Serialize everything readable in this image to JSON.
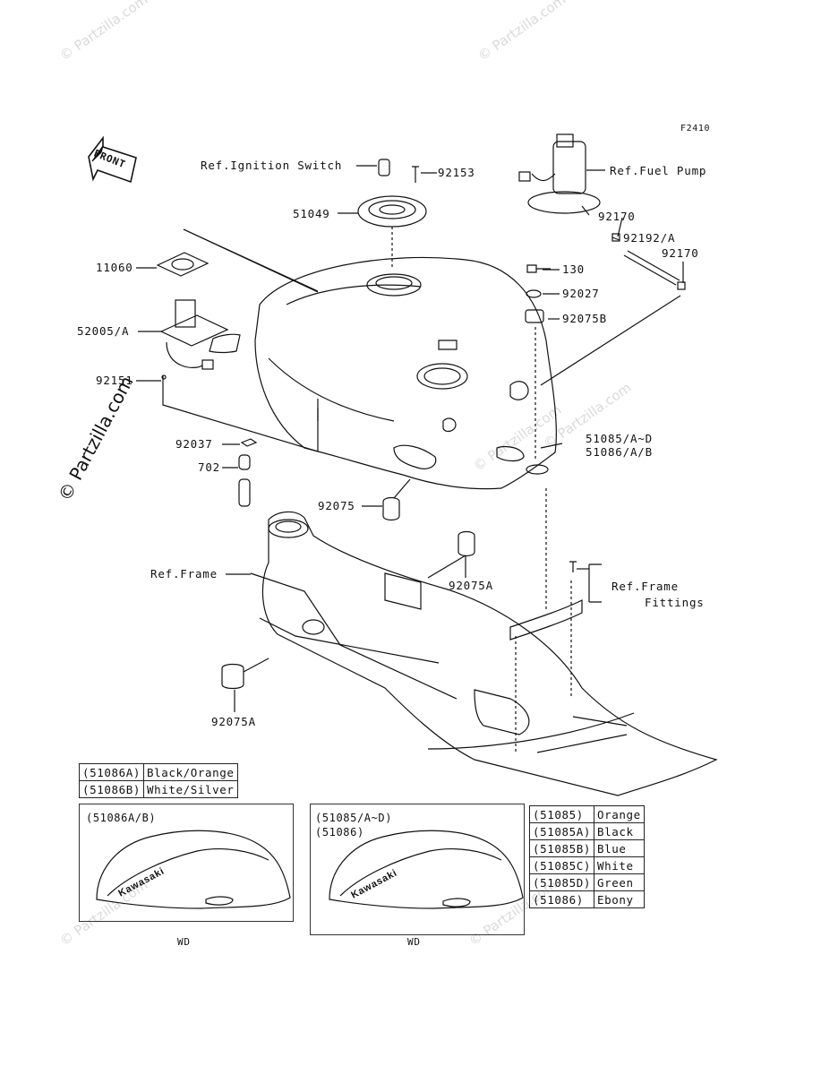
{
  "figure_id": "F2410",
  "front_label": "FRONT",
  "watermark_text": "© Partzilla.com",
  "colors": {
    "ink": "#111111",
    "watermark": "#dadada"
  },
  "labels": {
    "ign_ref": "Ref.Ignition Switch",
    "p92153": "92153",
    "fuel_pump_ref": "Ref.Fuel Pump",
    "p51049": "51049",
    "p92170a": "92170",
    "p92192": "92192/A",
    "p92170b": "92170",
    "p11060": "11060",
    "p130": "130",
    "p92027": "92027",
    "p52005": "52005/A",
    "p92075b": "92075B",
    "p92151": "92151",
    "p51085": "51085/A~D",
    "p51086": "51086/A/B",
    "p92037": "92037",
    "p702": "702",
    "p92075": "92075",
    "frame_ref": "Ref.Frame",
    "p92075a_1": "92075A",
    "frame_fit_1": "Ref.Frame",
    "frame_fit_2": "Fittings",
    "p92075a_2": "92075A"
  },
  "color_table_a": [
    {
      "code": "(51086A)",
      "color": "Black/Orange"
    },
    {
      "code": "(51086B)",
      "color": "White/Silver"
    }
  ],
  "color_table_b": [
    {
      "code": "(51085)",
      "color": "Orange"
    },
    {
      "code": "(51085A)",
      "color": "Black"
    },
    {
      "code": "(51085B)",
      "color": "Blue"
    },
    {
      "code": "(51085C)",
      "color": "White"
    },
    {
      "code": "(51085D)",
      "color": "Green"
    },
    {
      "code": "(51086)",
      "color": "Ebony"
    }
  ],
  "box_left": {
    "title": "(51086A/B)",
    "decal": "Kawasaki",
    "caption": "WD"
  },
  "box_right": {
    "title_1": "(51085/A~D)",
    "title_2": "(51086)",
    "decal": "Kawasaki",
    "caption": "WD"
  }
}
